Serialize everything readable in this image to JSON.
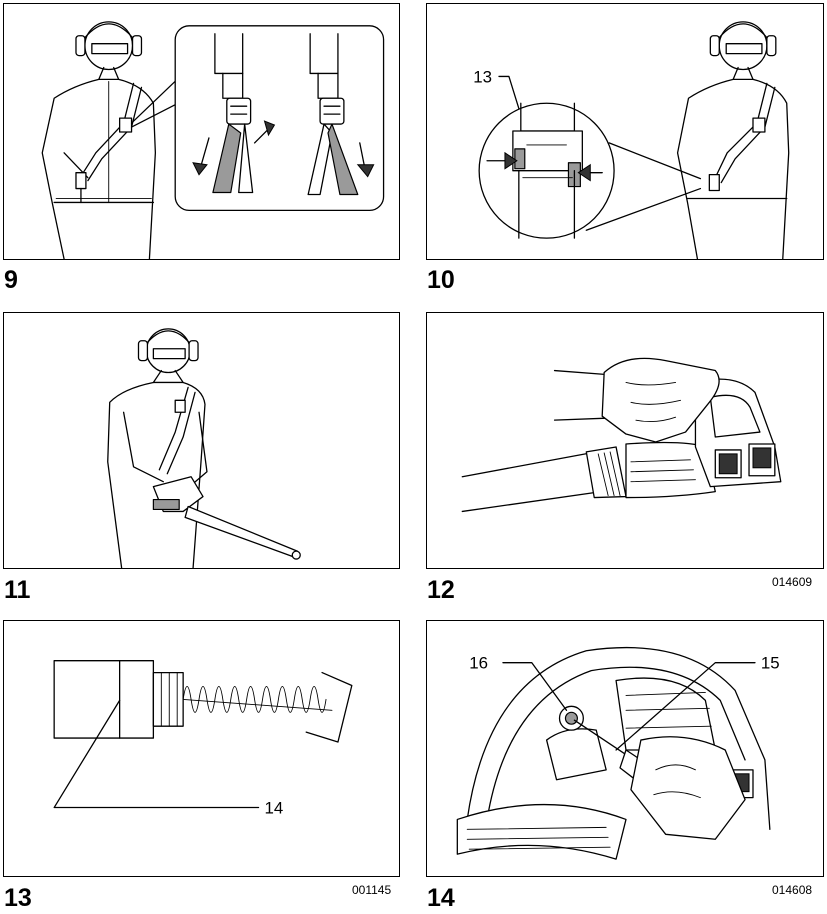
{
  "figures": [
    {
      "number": "9",
      "code": "",
      "callouts": []
    },
    {
      "number": "10",
      "code": "",
      "callouts": [
        "13"
      ]
    },
    {
      "number": "11",
      "code": "",
      "callouts": []
    },
    {
      "number": "12",
      "code": "014609",
      "callouts": []
    },
    {
      "number": "13",
      "code": "001145",
      "callouts": [
        "14"
      ]
    },
    {
      "number": "14",
      "code": "014608",
      "callouts": [
        "16",
        "15"
      ]
    }
  ]
}
